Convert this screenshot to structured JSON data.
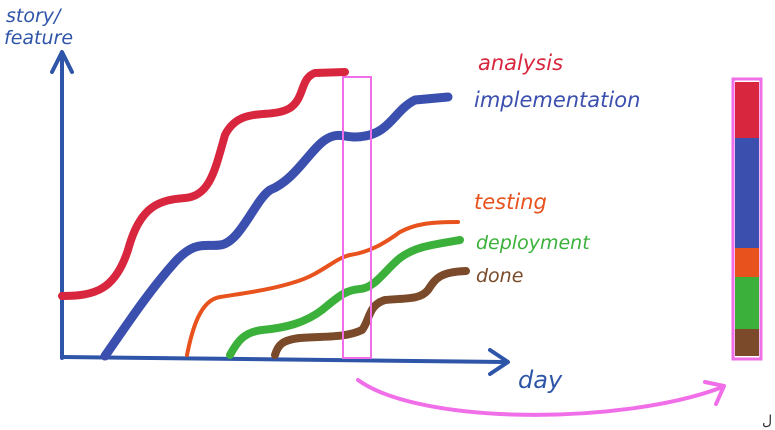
{
  "axes": {
    "y_label_line1": "story/",
    "y_label_line2": "feature",
    "x_label": "day",
    "color": "#2f55a8"
  },
  "series": [
    {
      "name": "analysis",
      "color": "#d8263e"
    },
    {
      "name": "implementation",
      "color": "#3b4fae"
    },
    {
      "name": "testing",
      "color": "#e8521c"
    },
    {
      "name": "deployment",
      "color": "#3bb13b"
    },
    {
      "name": "done",
      "color": "#7a4a2a"
    }
  ],
  "highlight_color": "#f06ee8",
  "stack_colors": [
    "#d8263e",
    "#3b4fae",
    "#e8521c",
    "#3bb13b",
    "#7a4a2a"
  ],
  "corner_mark": "ل"
}
